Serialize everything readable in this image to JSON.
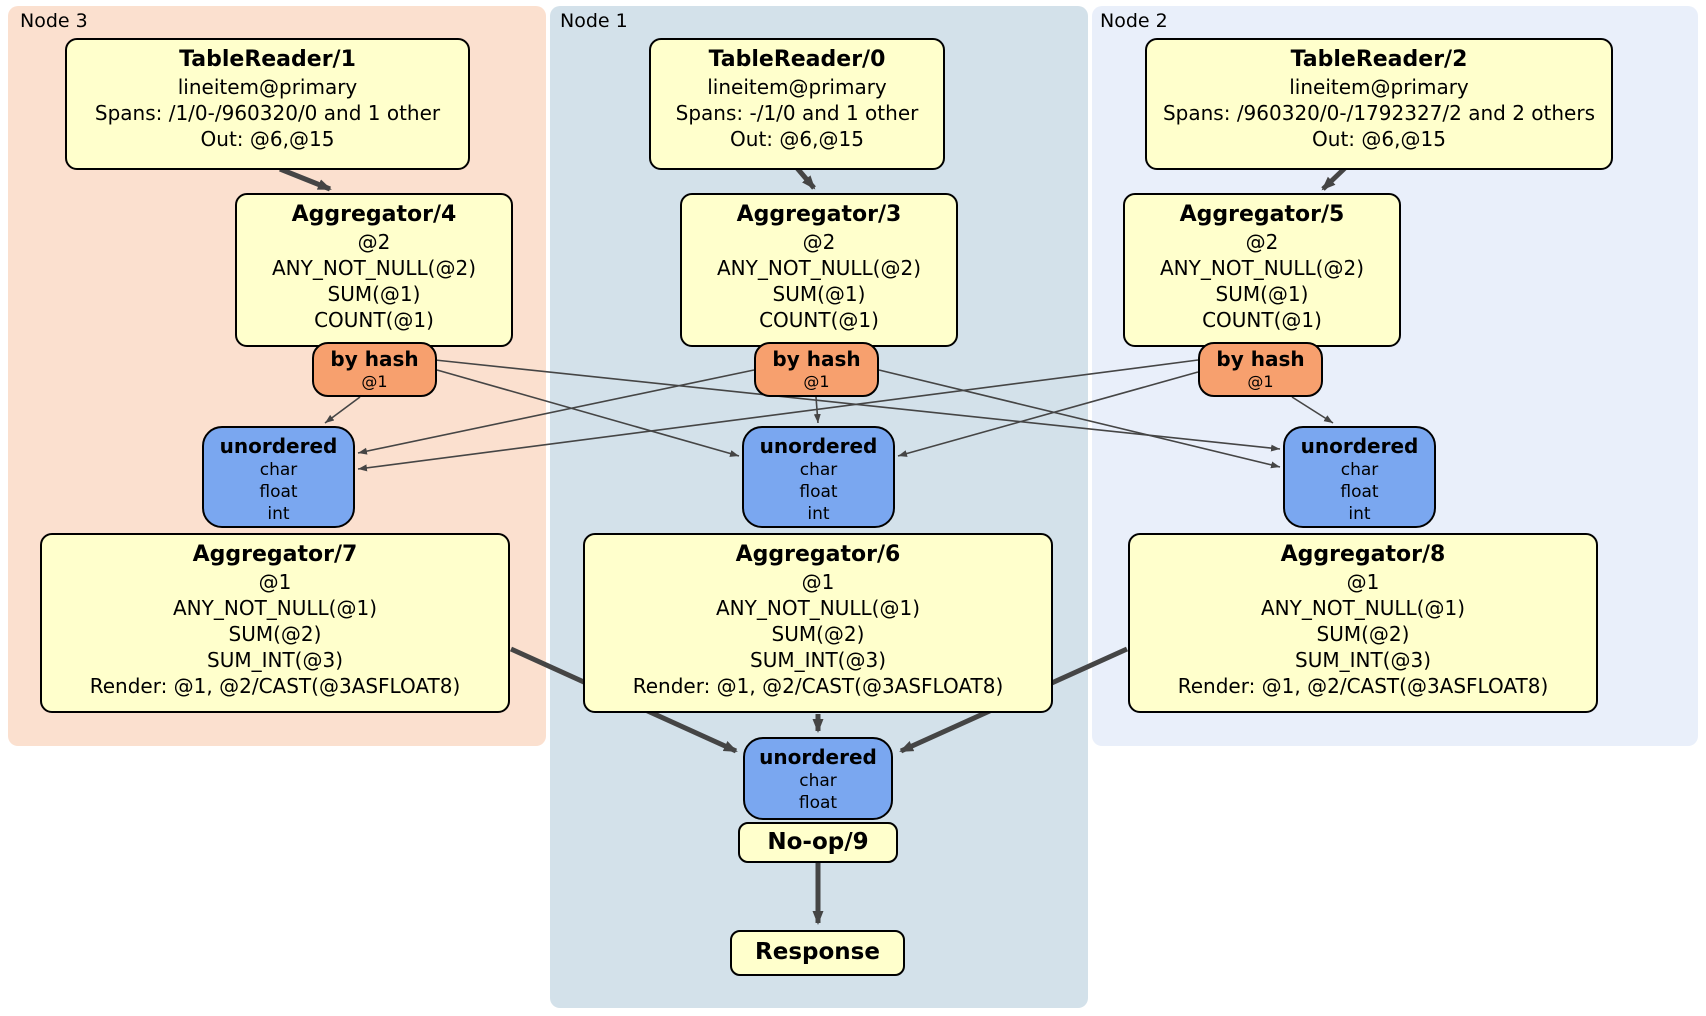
{
  "panels": {
    "node3": {
      "label": "Node 3"
    },
    "node1": {
      "label": "Node 1"
    },
    "node2": {
      "label": "Node 2"
    }
  },
  "boxes": {
    "tr1": {
      "title": "TableReader/1",
      "lines": [
        "lineitem@primary",
        "Spans: /1/0-/960320/0 and 1 other",
        "Out: @6,@15"
      ]
    },
    "tr0": {
      "title": "TableReader/0",
      "lines": [
        "lineitem@primary",
        "Spans: -/1/0 and 1 other",
        "Out: @6,@15"
      ]
    },
    "tr2": {
      "title": "TableReader/2",
      "lines": [
        "lineitem@primary",
        "Spans: /960320/0-/1792327/2 and 2 others",
        "Out: @6,@15"
      ]
    },
    "agg4": {
      "title": "Aggregator/4",
      "lines": [
        "@2",
        "ANY_NOT_NULL(@2)",
        "SUM(@1)",
        "COUNT(@1)"
      ]
    },
    "agg3": {
      "title": "Aggregator/3",
      "lines": [
        "@2",
        "ANY_NOT_NULL(@2)",
        "SUM(@1)",
        "COUNT(@1)"
      ]
    },
    "agg5": {
      "title": "Aggregator/5",
      "lines": [
        "@2",
        "ANY_NOT_NULL(@2)",
        "SUM(@1)",
        "COUNT(@1)"
      ]
    },
    "byhash3": {
      "title": "by hash",
      "sub": "@1"
    },
    "byhash1": {
      "title": "by hash",
      "sub": "@1"
    },
    "byhash2": {
      "title": "by hash",
      "sub": "@1"
    },
    "unordered3": {
      "title": "unordered",
      "lines": [
        "char",
        "float",
        "int"
      ]
    },
    "unordered1": {
      "title": "unordered",
      "lines": [
        "char",
        "float",
        "int"
      ]
    },
    "unordered2": {
      "title": "unordered",
      "lines": [
        "char",
        "float",
        "int"
      ]
    },
    "agg7": {
      "title": "Aggregator/7",
      "lines": [
        "@1",
        "ANY_NOT_NULL(@1)",
        "SUM(@2)",
        "SUM_INT(@3)",
        "Render: @1, @2/CAST(@3ASFLOAT8)"
      ]
    },
    "agg6": {
      "title": "Aggregator/6",
      "lines": [
        "@1",
        "ANY_NOT_NULL(@1)",
        "SUM(@2)",
        "SUM_INT(@3)",
        "Render: @1, @2/CAST(@3ASFLOAT8)"
      ]
    },
    "agg8": {
      "title": "Aggregator/8",
      "lines": [
        "@1",
        "ANY_NOT_NULL(@1)",
        "SUM(@2)",
        "SUM_INT(@3)",
        "Render: @1, @2/CAST(@3ASFLOAT8)"
      ]
    },
    "unordered_final": {
      "title": "unordered",
      "lines": [
        "char",
        "float"
      ]
    },
    "noop": {
      "title": "No-op/9"
    },
    "response": {
      "title": "Response"
    }
  },
  "edges": [
    {
      "from": "TableReader/1",
      "to": "Aggregator/4"
    },
    {
      "from": "TableReader/0",
      "to": "Aggregator/3"
    },
    {
      "from": "TableReader/2",
      "to": "Aggregator/5"
    },
    {
      "from": "by hash (Node 3)",
      "to": "unordered (Node 3)"
    },
    {
      "from": "by hash (Node 3)",
      "to": "unordered (Node 1)"
    },
    {
      "from": "by hash (Node 3)",
      "to": "unordered (Node 2)"
    },
    {
      "from": "by hash (Node 1)",
      "to": "unordered (Node 3)"
    },
    {
      "from": "by hash (Node 1)",
      "to": "unordered (Node 1)"
    },
    {
      "from": "by hash (Node 1)",
      "to": "unordered (Node 2)"
    },
    {
      "from": "by hash (Node 2)",
      "to": "unordered (Node 3)"
    },
    {
      "from": "by hash (Node 2)",
      "to": "unordered (Node 1)"
    },
    {
      "from": "by hash (Node 2)",
      "to": "unordered (Node 2)"
    },
    {
      "from": "Aggregator/7",
      "to": "unordered (final)"
    },
    {
      "from": "Aggregator/6",
      "to": "unordered (final)"
    },
    {
      "from": "Aggregator/8",
      "to": "unordered (final)"
    },
    {
      "from": "No-op/9",
      "to": "Response"
    }
  ],
  "colors": {
    "panel_node3_bg": "#fbe0cf",
    "panel_node1_bg": "#d3e1ea",
    "panel_node2_bg": "#e9effa",
    "processor_bg": "#ffffcc",
    "router_bg": "#f7a06e",
    "sync_bg": "#7aa7f0",
    "edge": "#454545",
    "border": "#000000"
  }
}
